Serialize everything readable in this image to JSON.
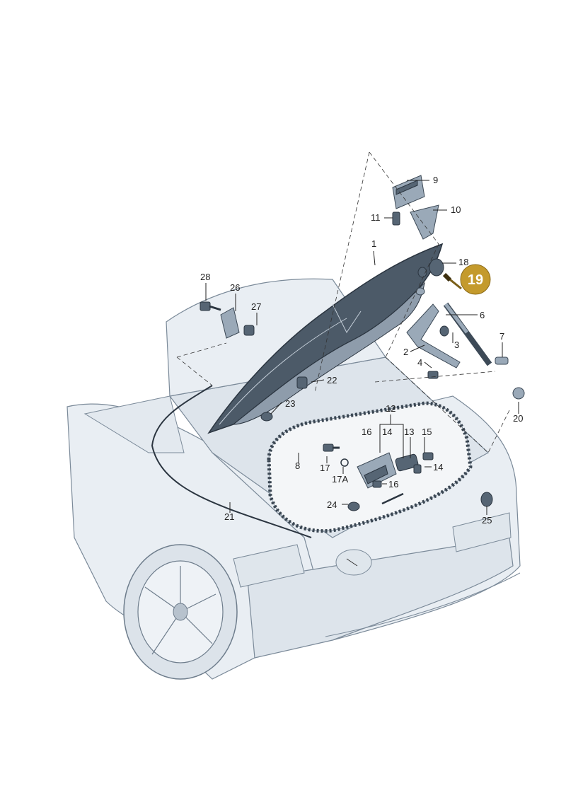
{
  "callouts": [
    {
      "id": "c1",
      "text": "1"
    },
    {
      "id": "c2",
      "text": "2"
    },
    {
      "id": "c3",
      "text": "3"
    },
    {
      "id": "c4",
      "text": "4"
    },
    {
      "id": "c6",
      "text": "6"
    },
    {
      "id": "c7",
      "text": "7"
    },
    {
      "id": "c8",
      "text": "8"
    },
    {
      "id": "c9",
      "text": "9"
    },
    {
      "id": "c10",
      "text": "10"
    },
    {
      "id": "c11",
      "text": "11"
    },
    {
      "id": "c12",
      "text": "12"
    },
    {
      "id": "c13",
      "text": "13"
    },
    {
      "id": "c14a",
      "text": "14"
    },
    {
      "id": "c14b",
      "text": "14"
    },
    {
      "id": "c15",
      "text": "15"
    },
    {
      "id": "c16a",
      "text": "16"
    },
    {
      "id": "c16b",
      "text": "16"
    },
    {
      "id": "c17",
      "text": "17"
    },
    {
      "id": "c17a",
      "text": "17A"
    },
    {
      "id": "c18",
      "text": "18"
    },
    {
      "id": "c20",
      "text": "20"
    },
    {
      "id": "c21",
      "text": "21"
    },
    {
      "id": "c22",
      "text": "22"
    },
    {
      "id": "c23",
      "text": "23"
    },
    {
      "id": "c24",
      "text": "24"
    },
    {
      "id": "c25",
      "text": "25"
    },
    {
      "id": "c26",
      "text": "26"
    },
    {
      "id": "c27",
      "text": "27"
    },
    {
      "id": "c28",
      "text": "28"
    }
  ],
  "highlight": {
    "text": "19",
    "color": "#c49a2c"
  }
}
